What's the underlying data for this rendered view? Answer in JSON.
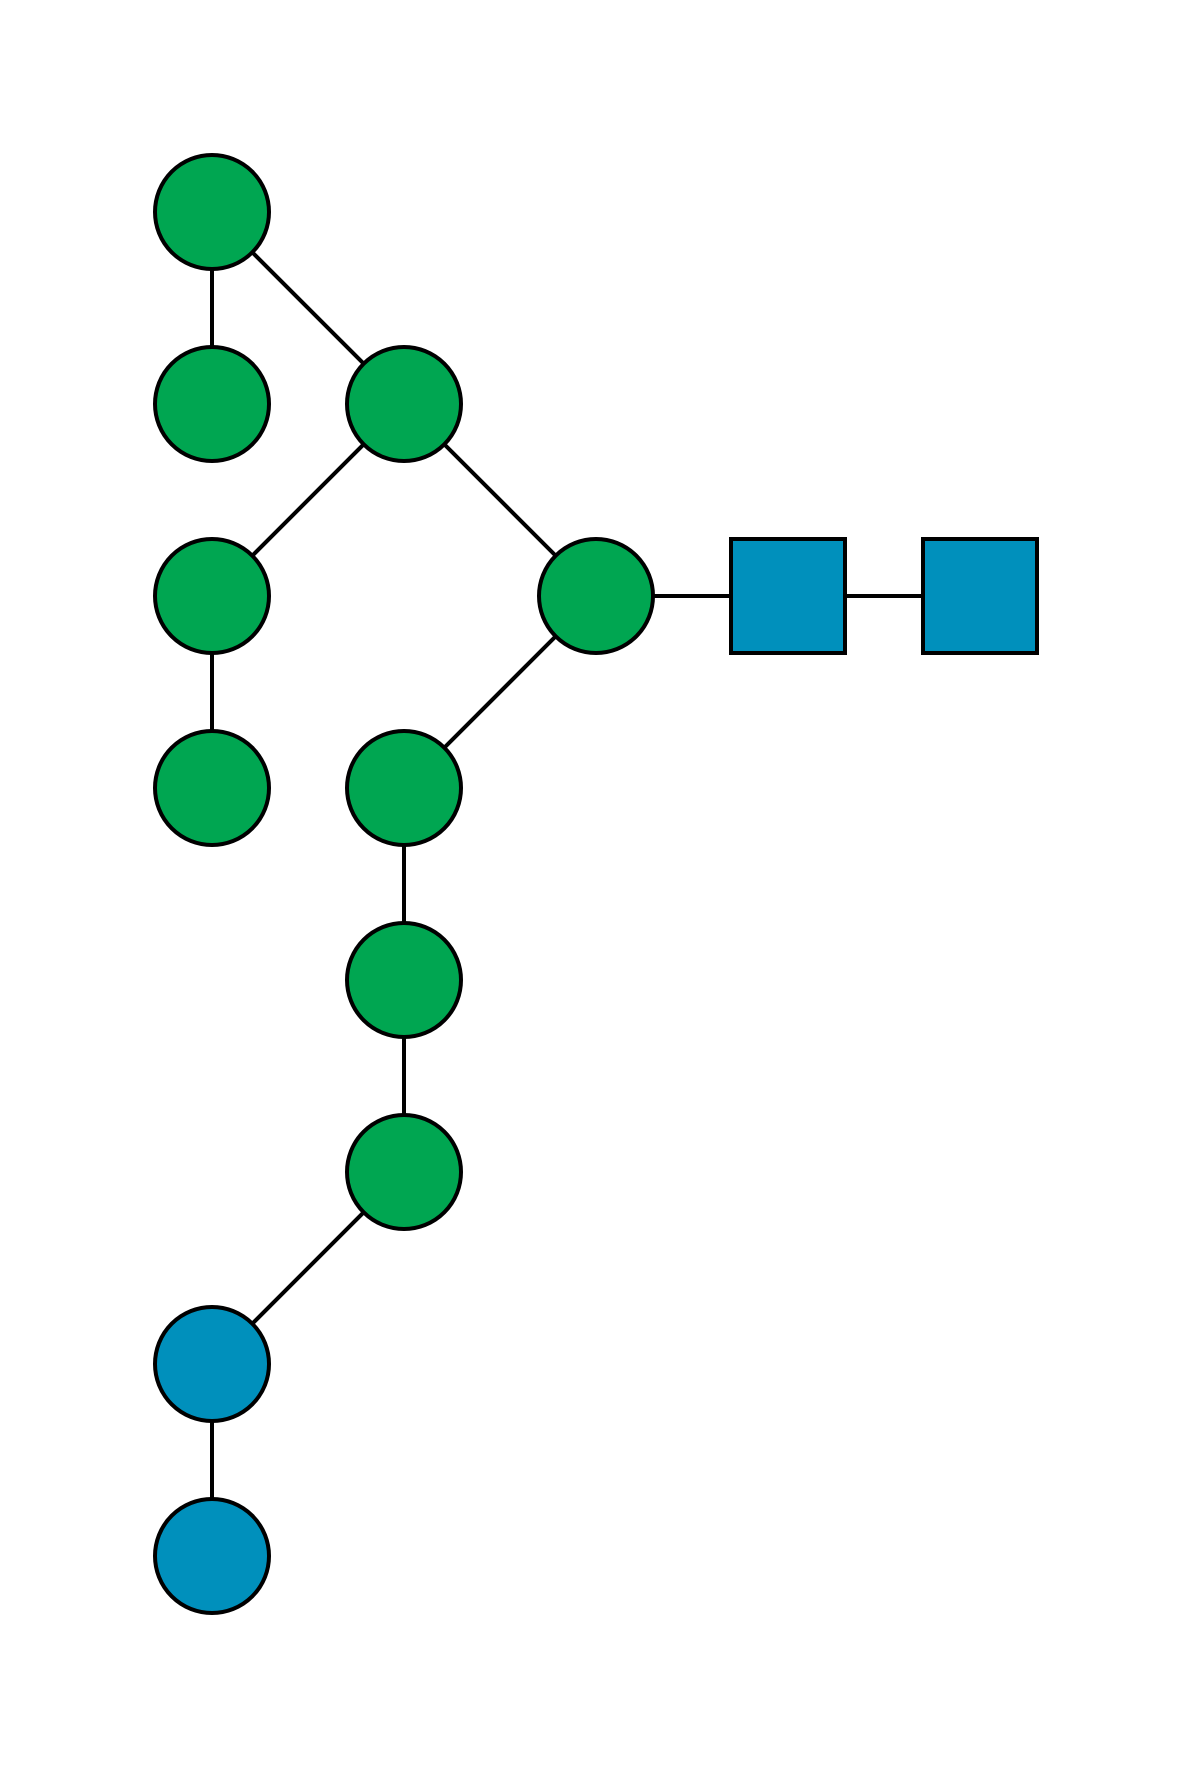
{
  "diagram": {
    "type": "glycan-structure",
    "colors": {
      "hexose_green": "#00A651",
      "hexnac_blue": "#0090BC",
      "edge": "#000000",
      "outline": "#000000",
      "background": "#FFFFFF"
    },
    "nodes": [
      {
        "id": "n1",
        "shape": "circle",
        "color": "#00A651"
      },
      {
        "id": "n2",
        "shape": "circle",
        "color": "#00A651"
      },
      {
        "id": "n3",
        "shape": "circle",
        "color": "#00A651"
      },
      {
        "id": "n4",
        "shape": "circle",
        "color": "#00A651"
      },
      {
        "id": "n5",
        "shape": "circle",
        "color": "#00A651"
      },
      {
        "id": "n6",
        "shape": "circle",
        "color": "#00A651"
      },
      {
        "id": "n7",
        "shape": "square",
        "color": "#0090BC"
      },
      {
        "id": "n8",
        "shape": "square",
        "color": "#0090BC"
      },
      {
        "id": "n9",
        "shape": "circle",
        "color": "#00A651"
      },
      {
        "id": "n10",
        "shape": "circle",
        "color": "#00A651"
      },
      {
        "id": "n11",
        "shape": "circle",
        "color": "#00A651"
      },
      {
        "id": "n12",
        "shape": "circle",
        "color": "#0090BC"
      },
      {
        "id": "n13",
        "shape": "circle",
        "color": "#0090BC"
      }
    ],
    "edges": [
      [
        "n1",
        "n2"
      ],
      [
        "n1",
        "n3"
      ],
      [
        "n3",
        "n4"
      ],
      [
        "n4",
        "n5"
      ],
      [
        "n3",
        "n6"
      ],
      [
        "n6",
        "n7"
      ],
      [
        "n7",
        "n8"
      ],
      [
        "n6",
        "n9"
      ],
      [
        "n9",
        "n10"
      ],
      [
        "n10",
        "n11"
      ],
      [
        "n11",
        "n12"
      ],
      [
        "n12",
        "n13"
      ]
    ]
  }
}
